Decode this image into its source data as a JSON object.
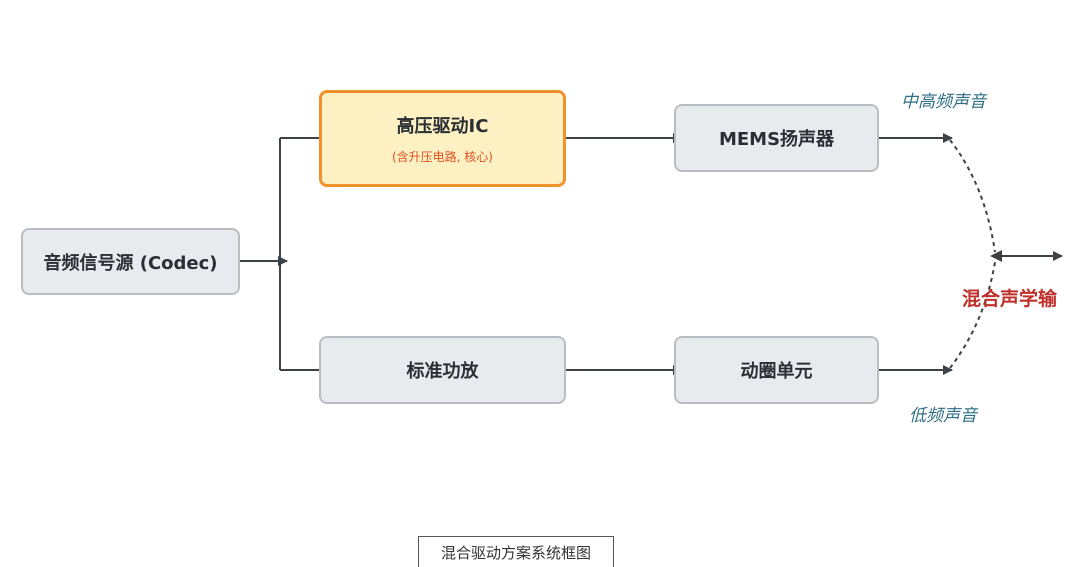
{
  "nodes": {
    "source": "音频信号源 (Codec)",
    "hv_driver": "高压驱动IC",
    "hv_driver_note": "(含升压电路, 核心)",
    "mems": "MEMS扬声器",
    "amp": "标准功放",
    "coil": "动圈单元"
  },
  "labels": {
    "high_freq": "中高频声音",
    "low_freq": "低频声音",
    "output": "混合声学输"
  },
  "caption": "混合驱动方案系统框图",
  "colors": {
    "node_fill": "#e8ebee",
    "highlight_fill": "#fdf1c4",
    "highlight_border": "#f0922b",
    "note_text": "#e0501f",
    "freq_label": "#2e6f86",
    "output_text": "#c0302b",
    "connector": "#3d4246"
  }
}
